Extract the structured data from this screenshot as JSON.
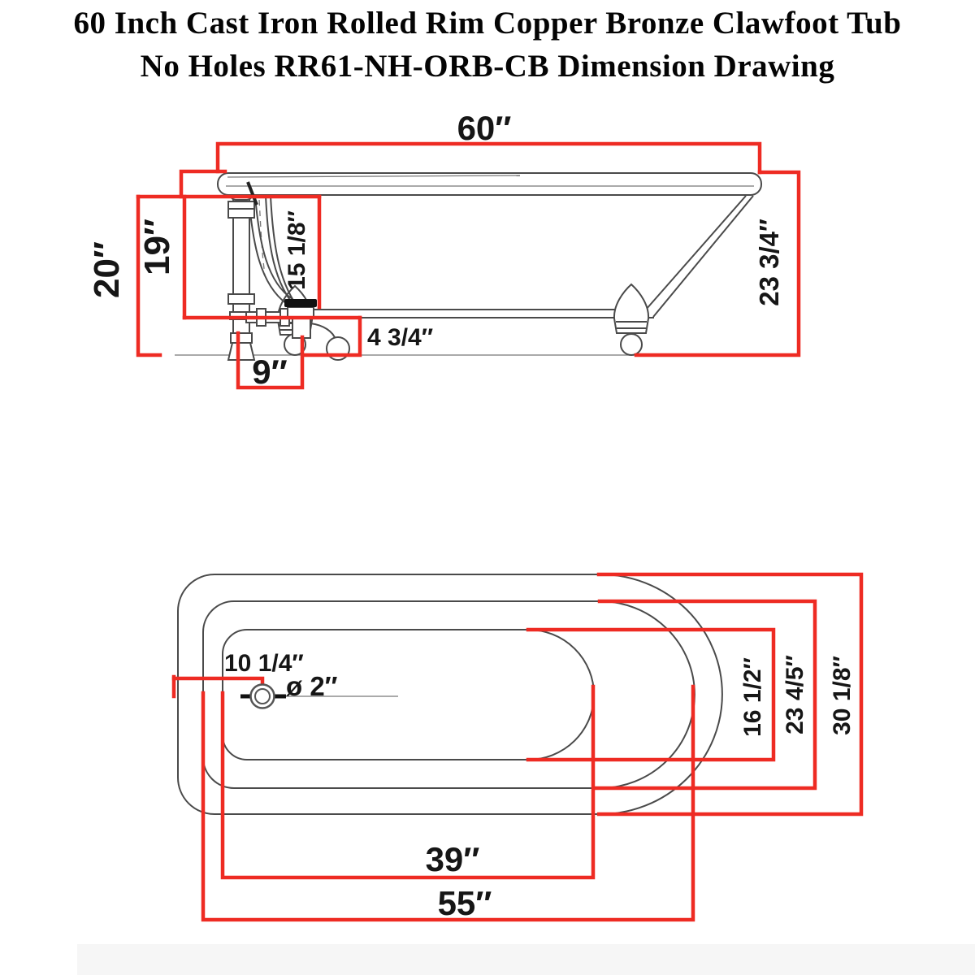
{
  "title": {
    "line1": "60 Inch Cast Iron Rolled Rim Copper Bronze Clawfoot Tub",
    "line2": "No Holes RR61-NH-ORB-CB Dimension Drawing"
  },
  "side_view": {
    "description": "side elevation of clawfoot tub with exposed drain standpipe",
    "dims": {
      "overall_length": "60″",
      "overall_height_left": "20″",
      "rim_to_floor": "19″",
      "interior_depth": "15 1/8″",
      "rim_height_back": "23 3/4″",
      "underbody_clearance": "4 3/4″",
      "drain_offset_from_end": "9″"
    }
  },
  "top_view": {
    "description": "plan view with three nested rim outlines and drain",
    "dims": {
      "drain_from_left_end": "10 1/4″",
      "drain_diameter": "ø 2″",
      "interior_width": "16 1/2″",
      "rim_width": "23 4/5″",
      "overall_width": "30 1/8″",
      "interior_length": "39″",
      "rim_length": "55″"
    }
  },
  "colors": {
    "dimension_red": "#ee2b23",
    "drawing_gray": "#4a4a4a",
    "label_black": "#161616",
    "footer_band": "#f6f6f6"
  }
}
